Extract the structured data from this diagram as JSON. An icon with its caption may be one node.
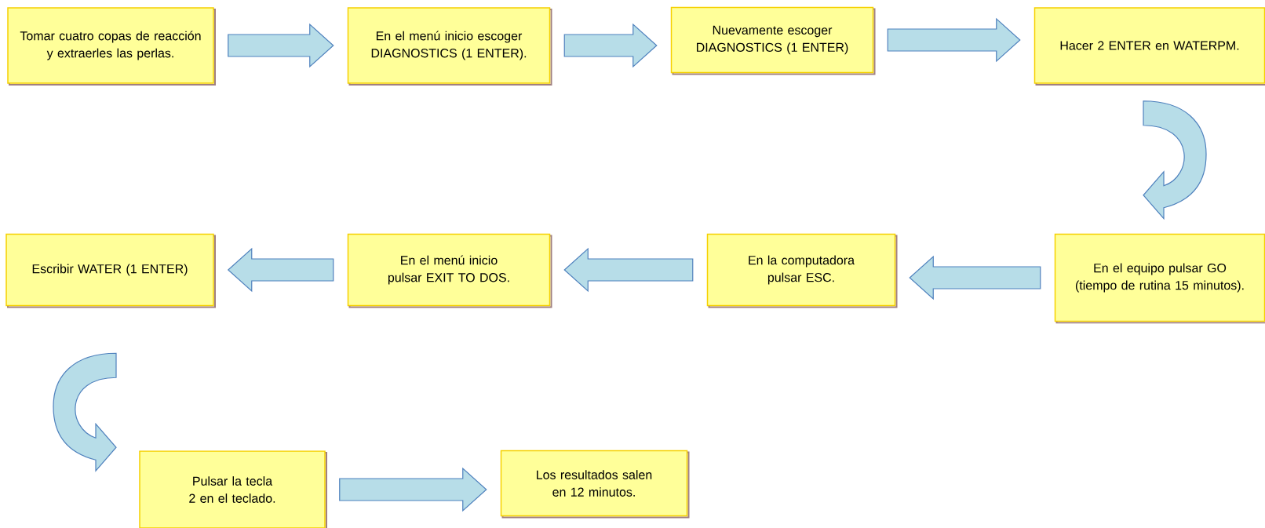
{
  "diagram": {
    "nodes": [
      {
        "text": [
          "Tomar cuatro copas de reacción y extraerles las perlas."
        ]
      },
      {
        "text": [
          "En el menú inicio escoger DIAGNOSTICS (1 ENTER)."
        ]
      },
      {
        "text": [
          "Nuevamente escoger DIAGNOSTICS (1 ENTER)"
        ]
      },
      {
        "text": [
          "Hacer 2 ENTER en WATERPM."
        ]
      },
      {
        "text": [
          "En el equipo pulsar GO (tiempo de rutina 15 minutos)."
        ]
      },
      {
        "text": [
          "En la computadora pulsar ESC."
        ]
      },
      {
        "text": [
          "En el menú inicio pulsar EXIT TO DOS."
        ]
      },
      {
        "text": [
          "Escribir WATER (1 ENTER)"
        ]
      },
      {
        "text": [
          "Pulsar la tecla 2 en el teclado."
        ]
      },
      {
        "text": [
          "Los resultados salen en 12 minutos."
        ]
      }
    ],
    "edges": [
      {
        "from": 0,
        "to": 1,
        "arrow": "to"
      },
      {
        "from": 1,
        "to": 2,
        "arrow": "to"
      },
      {
        "from": 2,
        "to": 3,
        "arrow": "to"
      },
      {
        "from": 3,
        "to": 4,
        "arrow": "to"
      },
      {
        "from": 4,
        "to": 5,
        "arrow": "to"
      },
      {
        "from": 5,
        "to": 6,
        "arrow": "to"
      },
      {
        "from": 6,
        "to": 7,
        "arrow": "to"
      },
      {
        "from": 7,
        "to": 8,
        "arrow": "to"
      },
      {
        "from": 8,
        "to": 9,
        "arrow": "to"
      }
    ]
  }
}
